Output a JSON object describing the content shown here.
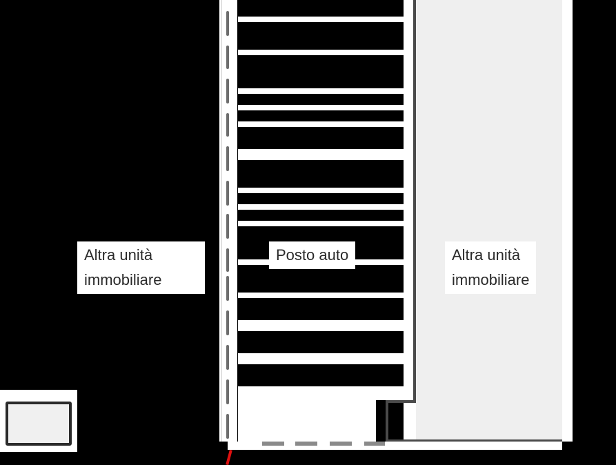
{
  "diagram": {
    "type": "floor-plan",
    "labels": {
      "left_unit_line1": "Altra unità",
      "left_unit_line2": "immobiliare",
      "parking": "Posto auto",
      "right_unit_line1": "Altra unità",
      "right_unit_line2": "immobiliare"
    },
    "colors": {
      "background": "#000000",
      "unit_fill": "#efefef",
      "wall": "#4a4a4a",
      "marker": "#e01010"
    },
    "stripes_y": [
      24,
      72,
      128,
      152,
      176,
      216,
      272,
      296,
      320,
      352,
      384,
      424,
      472,
      520,
      560
    ],
    "legend": {
      "shape": "rectangle",
      "fill": "#f0f0f0"
    }
  }
}
